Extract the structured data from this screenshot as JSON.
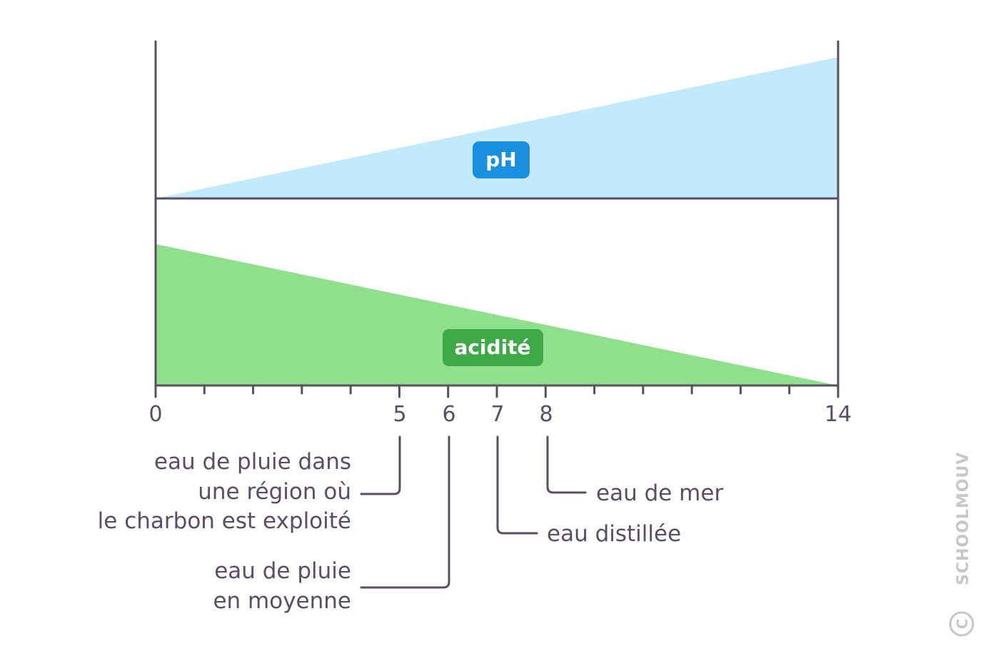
{
  "badges": {
    "ph": "pH",
    "acidite": "acidité"
  },
  "axis": {
    "ticks": [
      "0",
      "5",
      "6",
      "7",
      "8",
      "14"
    ],
    "range": [
      0,
      14
    ]
  },
  "callouts": {
    "ph5": [
      "eau de pluie dans",
      "une région où",
      "le charbon est exploité"
    ],
    "ph6": [
      "eau de pluie",
      "en moyenne"
    ],
    "ph7": "eau distillée",
    "ph8": "eau de mer"
  },
  "watermark": "SCHOOLMOUV",
  "copyright": "©",
  "colors": {
    "ph_fill": "#c2e9fc",
    "ph_badge": "#1a8fdf",
    "acid_fill": "#8fe08c",
    "acid_badge": "#3fa847",
    "line": "#5b4e64"
  }
}
